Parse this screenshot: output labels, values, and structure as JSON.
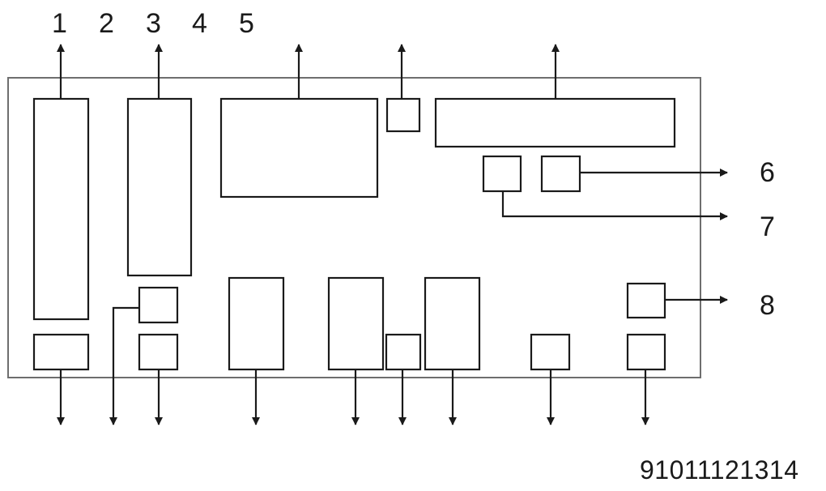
{
  "diagram": {
    "top_labels": [
      "1",
      "2",
      "3",
      "4",
      "5"
    ],
    "right_labels": [
      "6",
      "7",
      "8"
    ],
    "figure_number": "91011121314",
    "colors": {
      "stroke": "#1a1a1a",
      "frame": "#6e6e6e",
      "background": "#ffffff"
    }
  }
}
